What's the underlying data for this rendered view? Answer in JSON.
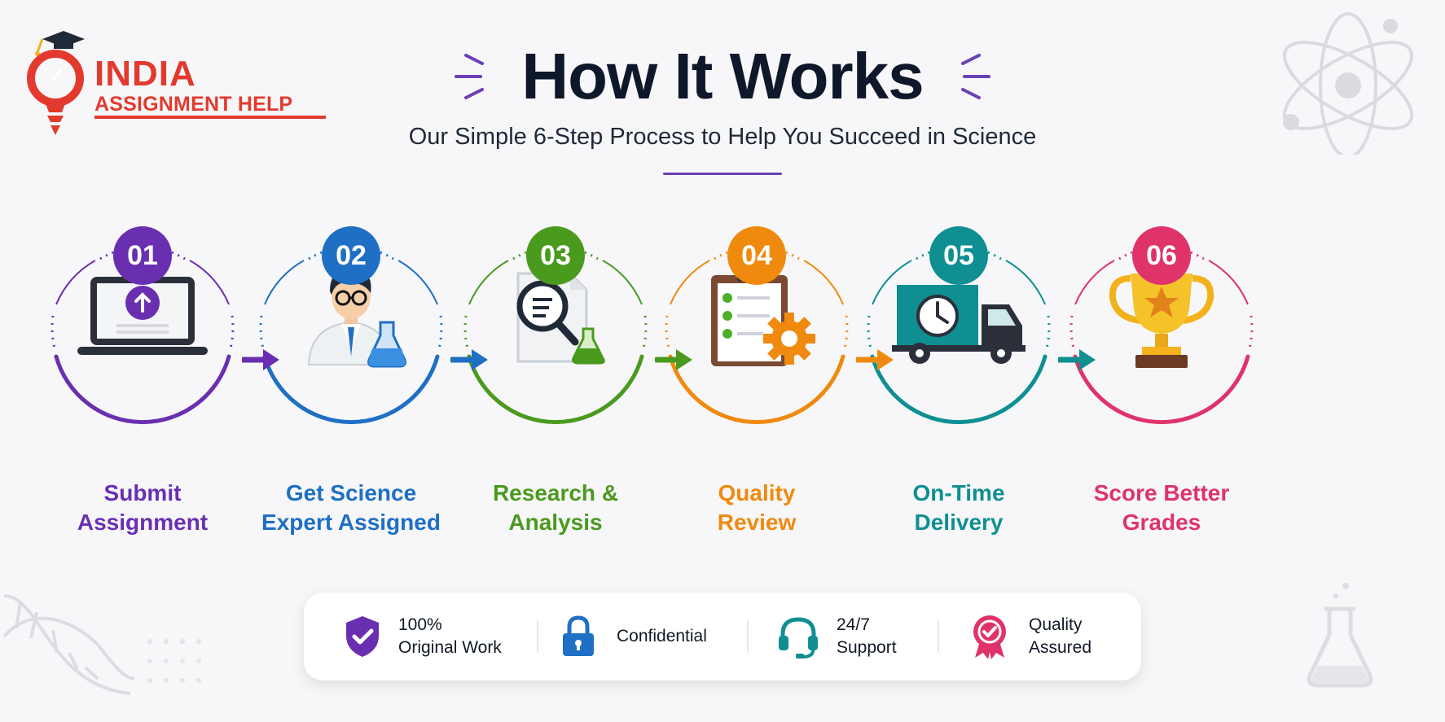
{
  "brand": {
    "name_top": "INDIA",
    "name_bottom": "ASSIGNMENT HELP",
    "color": "#e23a2e"
  },
  "header": {
    "title": "How It Works",
    "subtitle": "Our Simple 6-Step Process to Help You Succeed in Science",
    "accent": "#6b3fb6"
  },
  "steps": [
    {
      "number": "01",
      "line1": "Submit",
      "line2": "Assignment",
      "color": "#6a2fb0",
      "icon": "laptop-upload-icon"
    },
    {
      "number": "02",
      "line1": "Get Science",
      "line2": "Expert Assigned",
      "color": "#1f6fc4",
      "icon": "scientist-icon"
    },
    {
      "number": "03",
      "line1": "Research &",
      "line2": "Analysis",
      "color": "#4a9a1e",
      "icon": "magnifier-document-icon"
    },
    {
      "number": "04",
      "line1": "Quality",
      "line2": "Review",
      "color": "#f08a0f",
      "icon": "clipboard-gear-icon"
    },
    {
      "number": "05",
      "line1": "On-Time",
      "line2": "Delivery",
      "color": "#0f8f92",
      "icon": "delivery-truck-icon"
    },
    {
      "number": "06",
      "line1": "Score Better",
      "line2": "Grades",
      "color": "#e0336a",
      "icon": "trophy-icon"
    }
  ],
  "features": [
    {
      "text": "100%\nOriginal Work",
      "icon": "shield-check-icon",
      "color": "#6a2fb0"
    },
    {
      "text": "Confidential",
      "icon": "lock-icon",
      "color": "#1f6fc4"
    },
    {
      "text": "24/7\nSupport",
      "icon": "headset-icon",
      "color": "#0f8f92"
    },
    {
      "text": "Quality\nAssured",
      "icon": "award-badge-icon",
      "color": "#e0336a"
    }
  ]
}
